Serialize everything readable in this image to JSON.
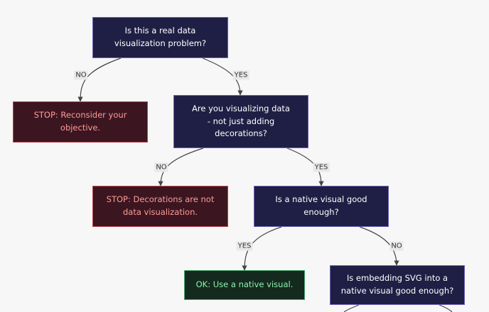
{
  "nodes": {
    "q1": {
      "text": "Is this a real data\nvisualization problem?"
    },
    "stop1": {
      "text": "STOP: Reconsider your\nobjective."
    },
    "q2": {
      "text": "Are you visualizing data\n- not just adding\ndecorations?"
    },
    "stop2": {
      "text": "STOP: Decorations are not\ndata visualization."
    },
    "q3": {
      "text": "Is a native visual good\nenough?"
    },
    "ok1": {
      "text": "OK: Use a native visual."
    },
    "q4": {
      "text": "Is embedding SVG into a\nnative visual good enough?"
    }
  },
  "edges": {
    "q1_no": "NO",
    "q1_yes": "YES",
    "q2_no": "NO",
    "q2_yes": "YES",
    "q3_yes": "YES",
    "q3_no": "NO"
  },
  "colors": {
    "question_fill": "#1f1f45",
    "question_border": "#6c63b8",
    "stop_fill": "#3b1620",
    "stop_border": "#c0454c",
    "stop_text": "#ff9a9a",
    "ok_fill": "#142a1e",
    "ok_border": "#3fa56a",
    "ok_text": "#8ff0b0",
    "edge": "#444444"
  }
}
